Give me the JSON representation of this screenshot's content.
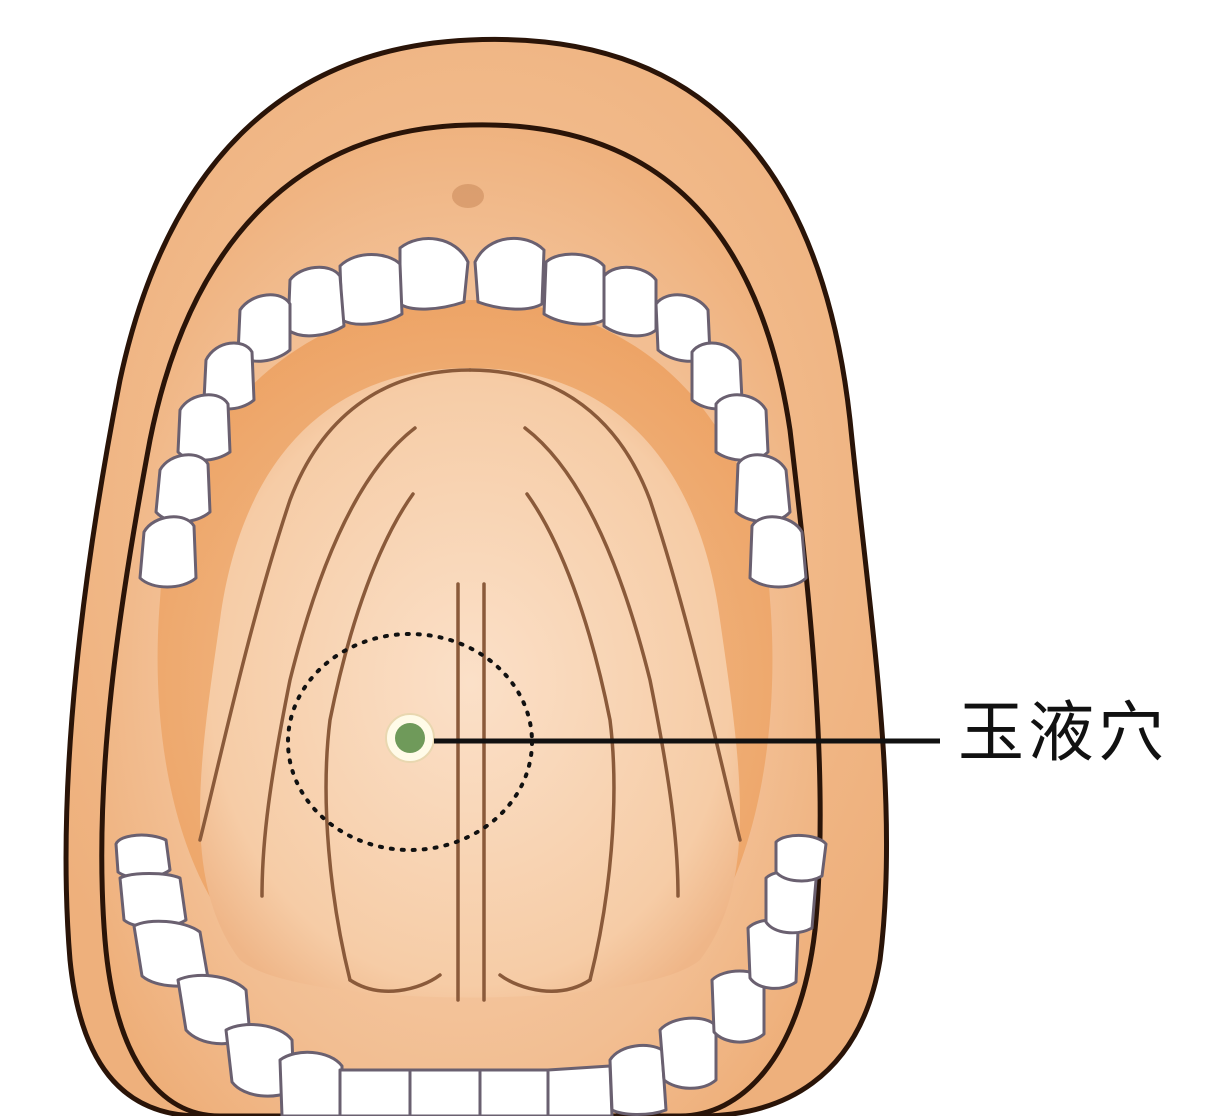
{
  "diagram": {
    "type": "anatomical-illustration",
    "subject": "open mouth, underside of tongue",
    "acupoint": {
      "label": "玉液穴",
      "marker_color": "#6f9a5a",
      "marker_ring_color": "#fffbe8",
      "highlight": "dotted-circle"
    },
    "colors": {
      "background": "#ffffff",
      "lip": "#f2b888",
      "lip_outline": "#2a1408",
      "mouth_inner": "#efaa6e",
      "tongue": "#f8d2b0",
      "tongue_line": "#8a5a3a",
      "teeth": "#ffffff",
      "teeth_outline": "#6a6070",
      "leader_line": "#111111"
    }
  }
}
